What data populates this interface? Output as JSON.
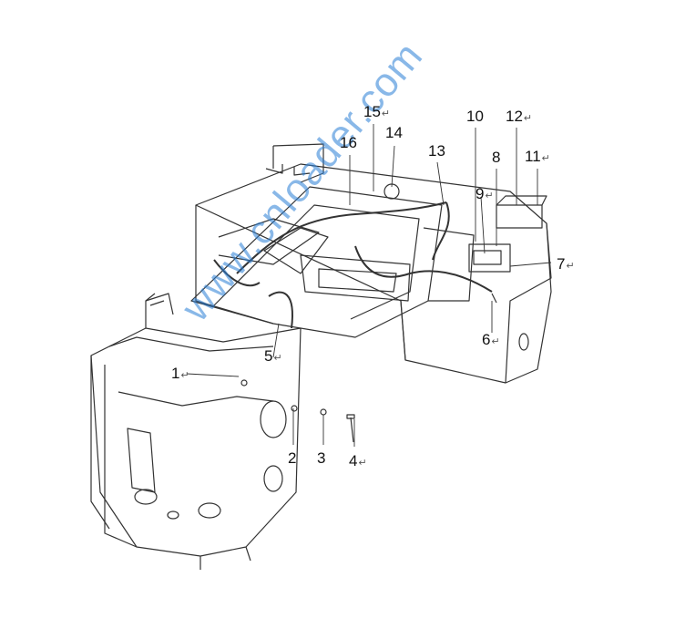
{
  "callouts": {
    "c1": {
      "number": "1",
      "mark": "↵"
    },
    "c2": {
      "number": "2",
      "mark": ""
    },
    "c3": {
      "number": "3",
      "mark": ""
    },
    "c4": {
      "number": "4",
      "mark": "↵"
    },
    "c5": {
      "number": "5",
      "mark": "↵"
    },
    "c6": {
      "number": "6",
      "mark": "↵"
    },
    "c7": {
      "number": "7",
      "mark": "↵"
    },
    "c8": {
      "number": "8",
      "mark": ""
    },
    "c9": {
      "number": "9",
      "mark": "↵"
    },
    "c10": {
      "number": "10",
      "mark": ""
    },
    "c11": {
      "number": "11",
      "mark": "↵"
    },
    "c12": {
      "number": "12",
      "mark": "↵"
    },
    "c13": {
      "number": "13",
      "mark": ""
    },
    "c14": {
      "number": "14",
      "mark": ""
    },
    "c15": {
      "number": "15",
      "mark": "↵"
    },
    "c16": {
      "number": "16",
      "mark": ""
    }
  },
  "watermark": "www.cnloader.com",
  "colors": {
    "line": "#333333",
    "watermark": "#2a7fd6"
  }
}
